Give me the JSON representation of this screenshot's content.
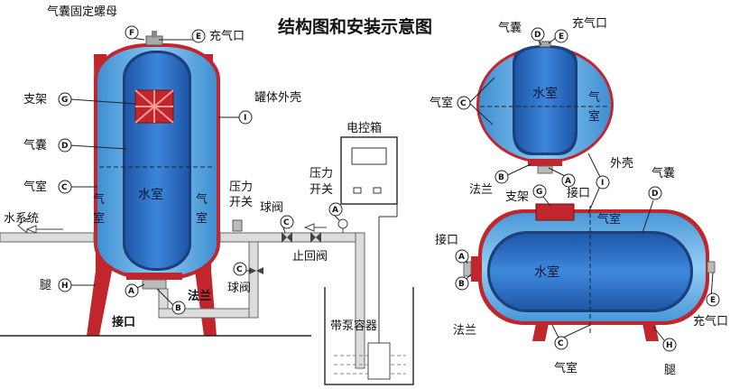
{
  "title": "结构图和安装示意图",
  "left": {
    "labels": {
      "bladder_nut": "气囊固定螺母",
      "charge_port": "充气口",
      "bracket": "支架",
      "shell": "罐体外壳",
      "bladder": "气囊",
      "air_chamber": "气室",
      "water_system": "水系统",
      "leg": "腿",
      "flange": "法兰",
      "port": "接口",
      "pressure_switch": "压力开关",
      "ball_valve_top": "球阀",
      "pressure_switch_2": "压力开关",
      "check_valve": "止回阀",
      "ball_valve_bottom": "球阀",
      "control_box": "电控箱",
      "pump_container": "带泵容器"
    },
    "inner": {
      "water_chamber": "水室",
      "air_left": "气室",
      "air_right": "气室"
    }
  },
  "right_top": {
    "labels": {
      "bladder": "气囊",
      "charge_port": "充气口",
      "air_chamber": "气室",
      "flange": "法兰",
      "port": "接口",
      "shell": "外壳"
    },
    "inner": {
      "water_chamber": "水室",
      "air": "气室"
    }
  },
  "right_bottom": {
    "labels": {
      "bracket": "支架",
      "port_top": "接口",
      "bladder": "气囊",
      "port_left": "接口",
      "flange": "法兰",
      "charge_port": "充气口",
      "air_chamber": "气室",
      "leg": "腿"
    },
    "inner": {
      "water_chamber": "水室",
      "air": "气室"
    }
  },
  "markers": {
    "A": "A",
    "B": "B",
    "C": "C",
    "D": "D",
    "E": "E",
    "F": "F",
    "G": "G",
    "H": "H",
    "I": "I"
  },
  "colors": {
    "shell_red": "#c0262c",
    "tank_blue": "#5aa8e0",
    "bladder_blue": "#2b6fc6",
    "pipe_gray": "#d8d8d8"
  }
}
